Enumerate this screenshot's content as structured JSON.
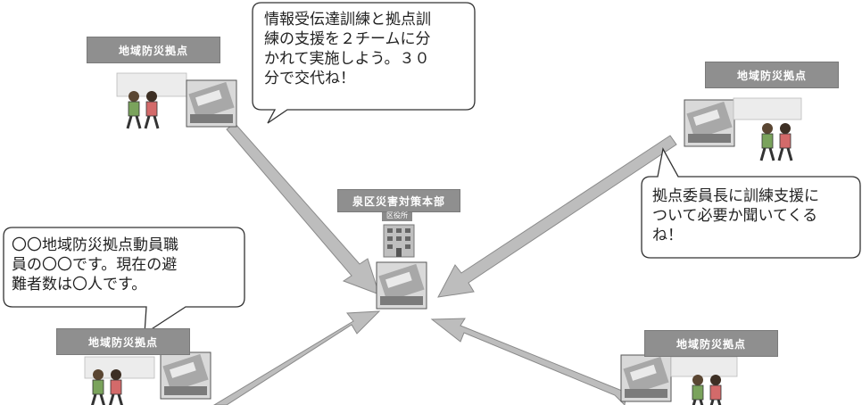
{
  "title": "",
  "hq_label": "泉区災害対策本部",
  "hq_sign": "区役所",
  "bases": [
    {
      "id": "top-left",
      "label": "地域防災拠点"
    },
    {
      "id": "top-right",
      "label": "地域防災拠点"
    },
    {
      "id": "bottom-left",
      "label": "地域防災拠点"
    },
    {
      "id": "bottom-right",
      "label": "地域防災拠点"
    }
  ],
  "bubbles": [
    {
      "id": "hq-instruction",
      "lines": [
        "情報受伝達訓練と拠点訓",
        "練の支援を２チームに分",
        "かれて実施しよう。３０",
        "分で交代ね！"
      ]
    },
    {
      "id": "visit-base",
      "lines": [
        "拠点委員長に訓練支援に",
        "ついて必要か聞いてくる",
        "ね！"
      ]
    },
    {
      "id": "report",
      "lines": [
        "〇〇地域防災拠点動員職",
        "員の〇〇です。現在の避",
        "難者数は〇人です。"
      ]
    }
  ],
  "colors": {
    "arrow": "#bdbdbd",
    "arrow_edge": "#8a8a8a",
    "label_bg": "#8f8f8f"
  }
}
